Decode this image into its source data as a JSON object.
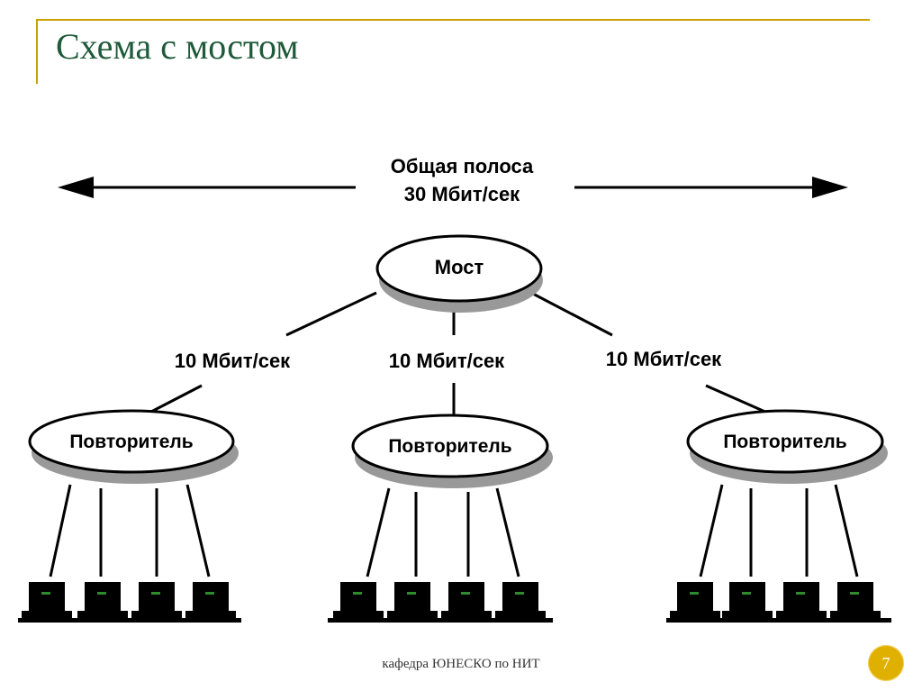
{
  "title": "Схема с мостом",
  "bandwidth": {
    "line1": "Общая полоса",
    "line2": "30 Мбит/сек"
  },
  "bridge": {
    "label": "Мост"
  },
  "links": [
    {
      "label": "10 Мбит/сек"
    },
    {
      "label": "10 Мбит/сек"
    },
    {
      "label": "10 Мбит/сек"
    }
  ],
  "repeaters": [
    {
      "label": "Повторитель",
      "computers": 4
    },
    {
      "label": "Повторитель",
      "computers": 4
    },
    {
      "label": "Повторитель",
      "computers": 4
    }
  ],
  "footer": {
    "text": "кафедра ЮНЕСКО по НИТ",
    "page": "7"
  },
  "colors": {
    "title": "#1f5a3a",
    "accent": "#c8a000",
    "badge": "#e0b000",
    "screen_led": "#2e8b2e"
  }
}
